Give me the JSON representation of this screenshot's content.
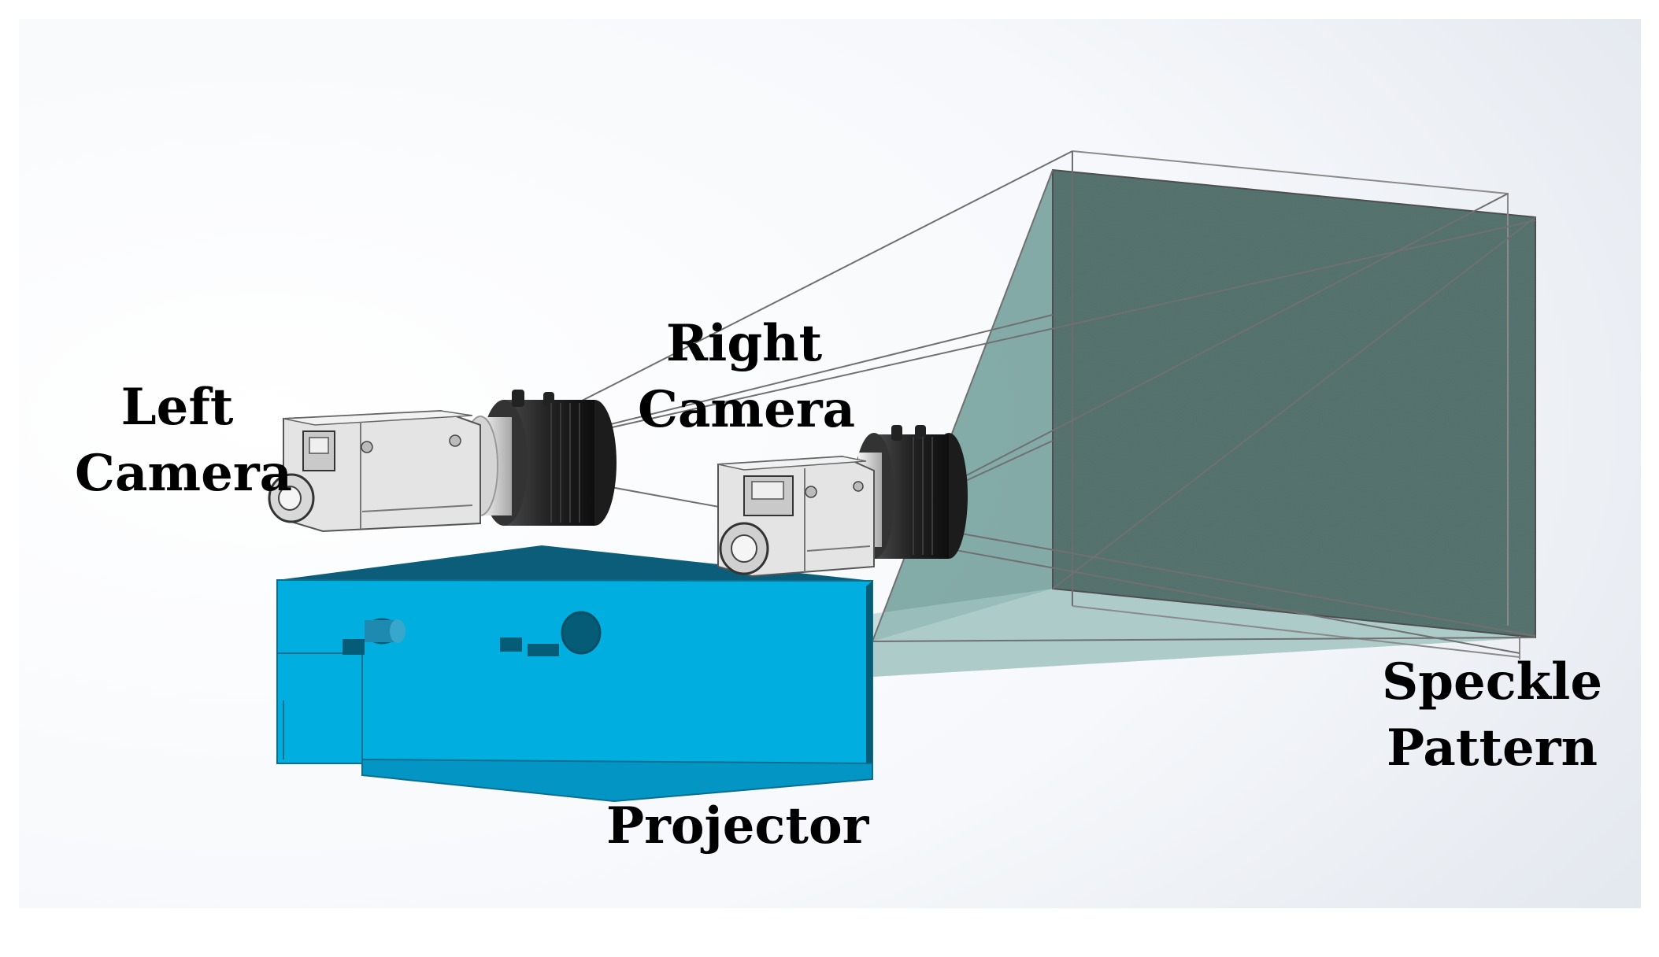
{
  "labels": {
    "left_camera": [
      "Left",
      "Camera"
    ],
    "right_camera": [
      "Right",
      "Camera"
    ],
    "projector": "Projector",
    "speckle_pattern": [
      "Speckle",
      "Pattern"
    ]
  },
  "colors": {
    "projector_top": "#0b5d7a",
    "projector_front": "#00aee0",
    "projector_side": "#045c77",
    "speckle_surface": "#5b7a75",
    "projection_volume": "#7fa8a4",
    "camera_body": "#e4e4e4",
    "camera_lens": "#1c1c1c"
  }
}
